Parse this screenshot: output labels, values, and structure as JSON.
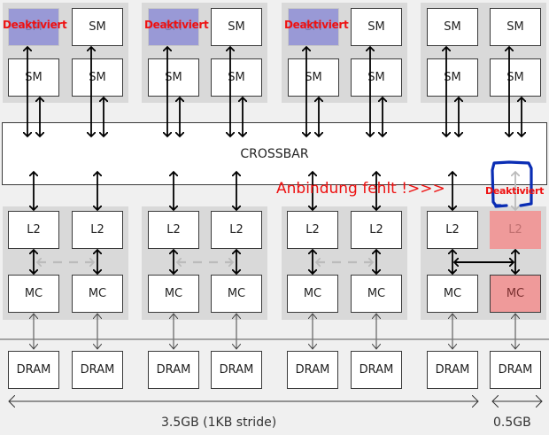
{
  "diagram": {
    "title": "GPU memory architecture (GTX 970 style)",
    "crossbar_label": "CROSSBAR",
    "sm_label": "SM",
    "l2_label": "L2",
    "mc_label": "MC",
    "dram_label": "DRAM",
    "disabled_label": "Deaktiviert",
    "missing_link_text": "Anbindung fehlt !>>>",
    "memory_segments": [
      {
        "label": "3.5GB (1KB stride)"
      },
      {
        "label": "0.5GB"
      }
    ],
    "gpcs": [
      {
        "sms": [
          {
            "disabled": true
          },
          {
            "disabled": false
          },
          {
            "disabled": false
          },
          {
            "disabled": false
          }
        ]
      },
      {
        "sms": [
          {
            "disabled": true
          },
          {
            "disabled": false
          },
          {
            "disabled": false
          },
          {
            "disabled": false
          }
        ]
      },
      {
        "sms": [
          {
            "disabled": true
          },
          {
            "disabled": false
          },
          {
            "disabled": false
          },
          {
            "disabled": false
          }
        ]
      },
      {
        "sms": [
          {
            "disabled": false
          },
          {
            "disabled": false
          },
          {
            "disabled": false
          },
          {
            "disabled": false
          }
        ]
      }
    ],
    "memory_partitions": [
      {
        "l2_disabled": false,
        "mc_disabled": false
      },
      {
        "l2_disabled": false,
        "mc_disabled": false
      },
      {
        "l2_disabled": false,
        "mc_disabled": false
      },
      {
        "l2_disabled": true,
        "mc_disabled": true
      }
    ],
    "colors": {
      "disabled_sm": "#9999d6",
      "disabled_partition": "#ef9a9a",
      "warning_text": "#ee1111",
      "annotation_stroke": "#0a2db4"
    }
  }
}
